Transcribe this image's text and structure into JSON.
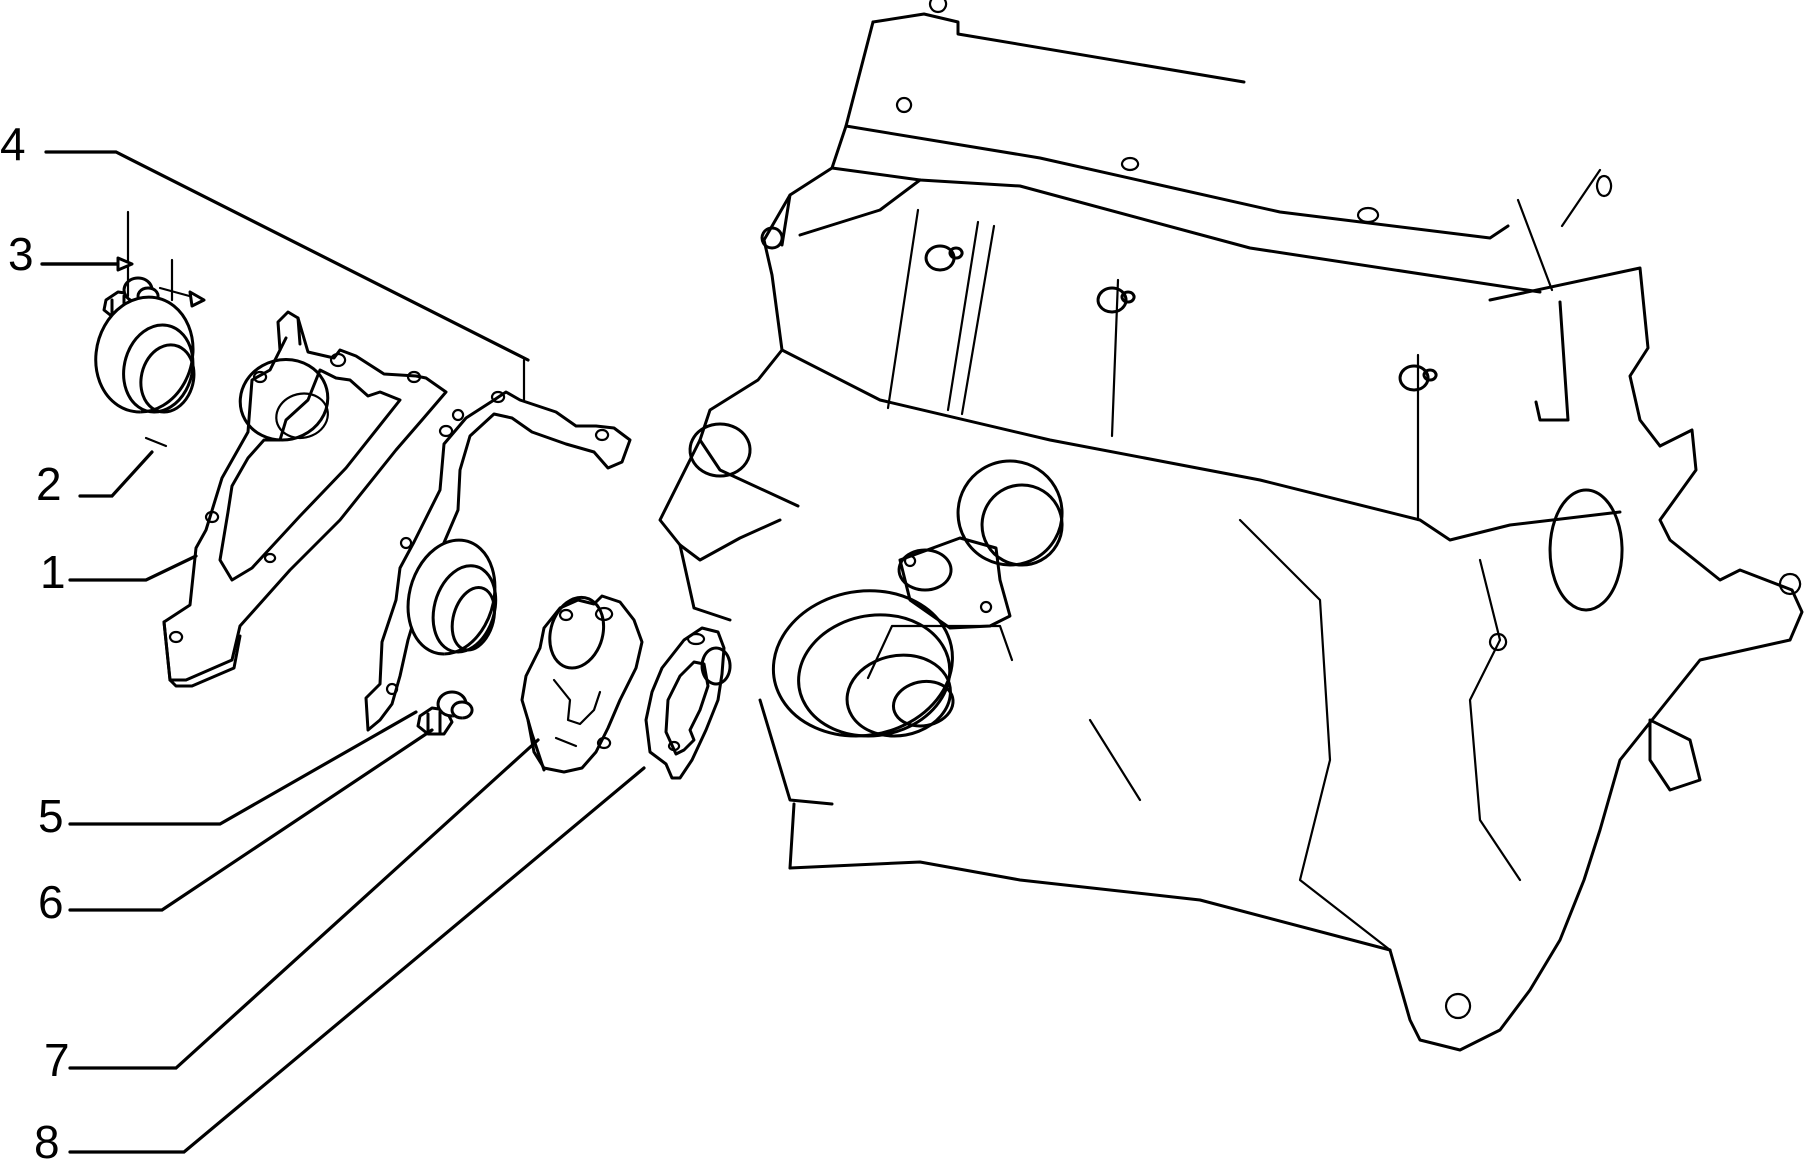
{
  "diagram": {
    "callouts": [
      {
        "number": "1"
      },
      {
        "number": "2"
      },
      {
        "number": "3"
      },
      {
        "number": "4"
      },
      {
        "number": "5"
      },
      {
        "number": "6"
      },
      {
        "number": "7"
      },
      {
        "number": "8"
      }
    ],
    "ink_color": "#000000",
    "background_color": "#ffffff"
  }
}
